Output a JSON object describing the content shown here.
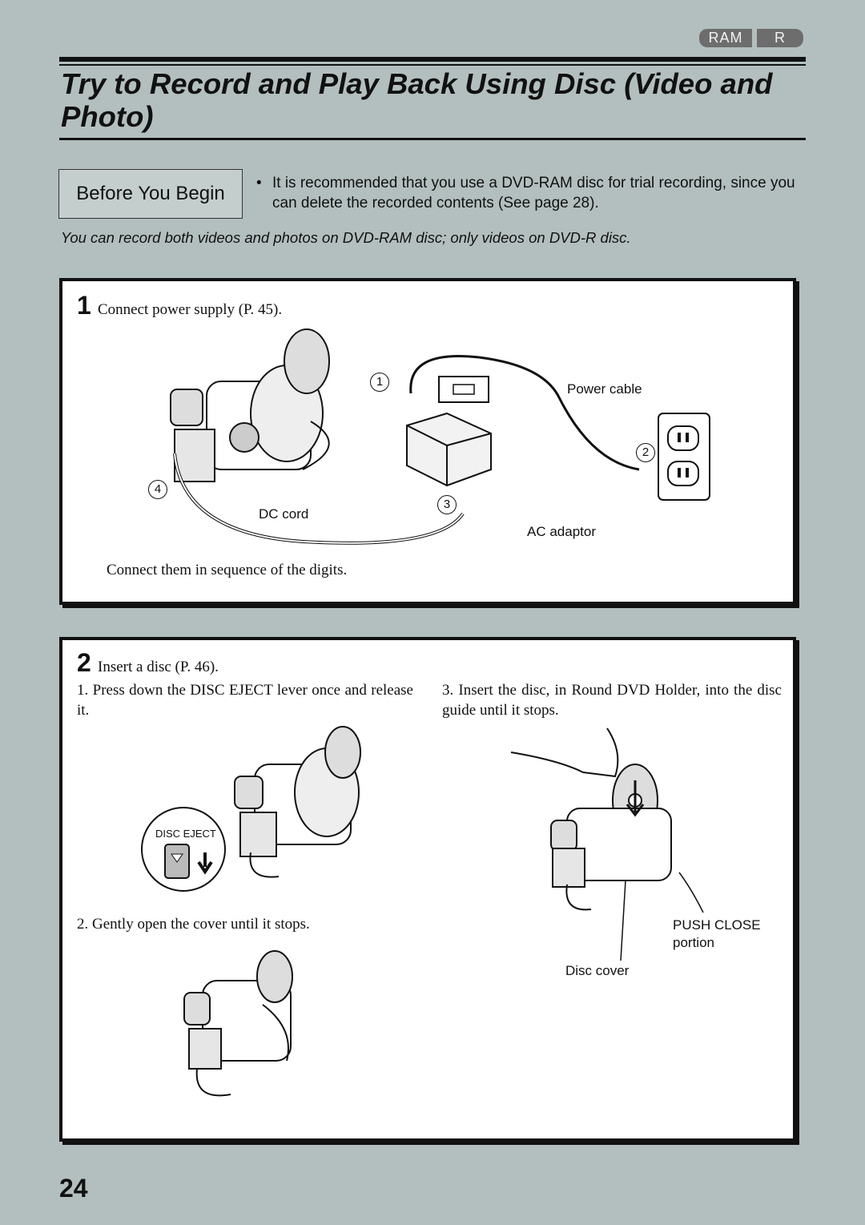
{
  "badges": {
    "ram": "RAM",
    "r": "R"
  },
  "title": "Try to Record and Play Back Using Disc (Video and Photo)",
  "before_you_begin": {
    "heading": "Before You Begin",
    "bullet": "•",
    "text": "It is recommended that you use a DVD-RAM disc for trial recording, since you can delete the recorded contents (See page 28)."
  },
  "note": "You can record both videos and photos on DVD-RAM disc; only videos on DVD-R disc.",
  "step1": {
    "number": "1",
    "label": "Connect power supply (P. 45).",
    "markers": [
      "1",
      "2",
      "3",
      "4"
    ],
    "labels": {
      "power_cable": "Power cable",
      "dc_cord": "DC cord",
      "ac_adaptor": "AC adaptor"
    },
    "caption": "Connect them in sequence of the digits."
  },
  "step2": {
    "number": "2",
    "label": "Insert a disc (P. 46).",
    "sub1": "1. Press down the DISC EJECT lever once and release it.",
    "disc_eject": "DISC EJECT",
    "sub2": "2. Gently open the cover until it stops.",
    "sub3": "3. Insert the disc, in Round DVD Holder, into the disc guide until it stops.",
    "labels": {
      "push_close": "PUSH CLOSE",
      "portion": "portion",
      "disc_cover": "Disc cover"
    }
  },
  "page_number": "24"
}
